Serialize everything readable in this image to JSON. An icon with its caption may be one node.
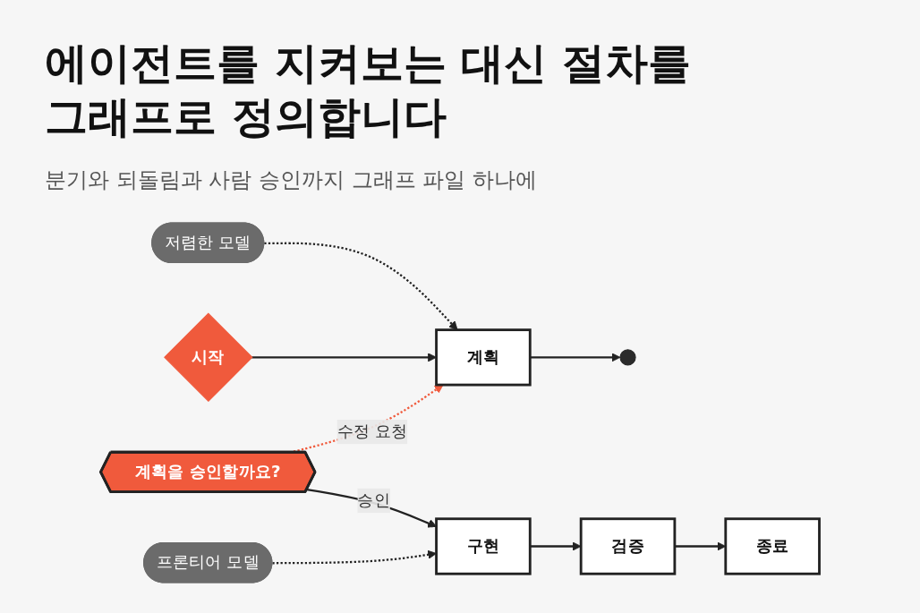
{
  "diagram": {
    "title": "에이전트를 지켜보는 대신 절차를 그래프로 정의합니다",
    "caption": "분기와 되돌림과 사람 승인까지 그래프 파일 하나에",
    "nodes": [
      {
        "text": [
          "저렴한 모델"
        ]
      },
      {
        "text": [
          "프론티어 모델"
        ]
      },
      {
        "text": [
          "시작"
        ]
      },
      {
        "text": [
          "계획"
        ]
      },
      {
        "text": [],
        "shape": "person"
      },
      {
        "text": [
          "계획을 승인할까요?"
        ]
      },
      {
        "text": [
          "구현"
        ]
      },
      {
        "text": [
          "검증"
        ]
      },
      {
        "text": [
          "종료"
        ]
      }
    ],
    "edges": [
      {
        "from": 0,
        "to": 3,
        "arrow": "to",
        "style": "dashed"
      },
      {
        "from": 2,
        "to": 3,
        "arrow": "to"
      },
      {
        "from": 3,
        "to": 4,
        "arrow": "to"
      },
      {
        "from": 5,
        "to": 6,
        "arrow": "to",
        "label": "승인"
      },
      {
        "from": 1,
        "to": 6,
        "arrow": "to",
        "style": "dashed"
      },
      {
        "from": 6,
        "to": 7,
        "arrow": "to"
      },
      {
        "from": 7,
        "to": 8,
        "arrow": "to"
      },
      {
        "from": 5,
        "to": 3,
        "arrow": "to",
        "label": "수정 요청",
        "style": "dashed",
        "color": "#f05a3c"
      }
    ]
  }
}
